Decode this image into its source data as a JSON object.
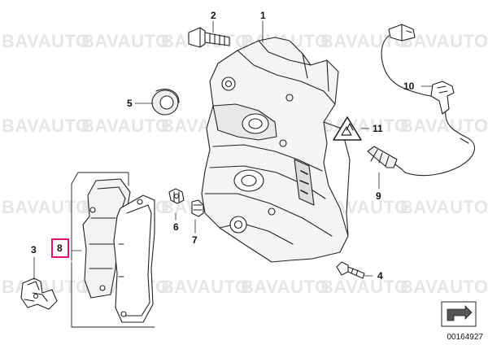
{
  "watermark": {
    "text": "BAVAUTO",
    "color": "#e6e6e6"
  },
  "callouts": {
    "c1": "1",
    "c2": "2",
    "c3": "3",
    "c4": "4",
    "c5": "5",
    "c6": "6",
    "c7": "7",
    "c8": "8",
    "c9": "9",
    "c10": "10",
    "c11": "11"
  },
  "highlight": {
    "part": "8",
    "color": "#e0127a"
  },
  "diagram_id": "00164927",
  "icons": [
    "view-direction-arrow-icon",
    "warning-triangle-icon"
  ]
}
